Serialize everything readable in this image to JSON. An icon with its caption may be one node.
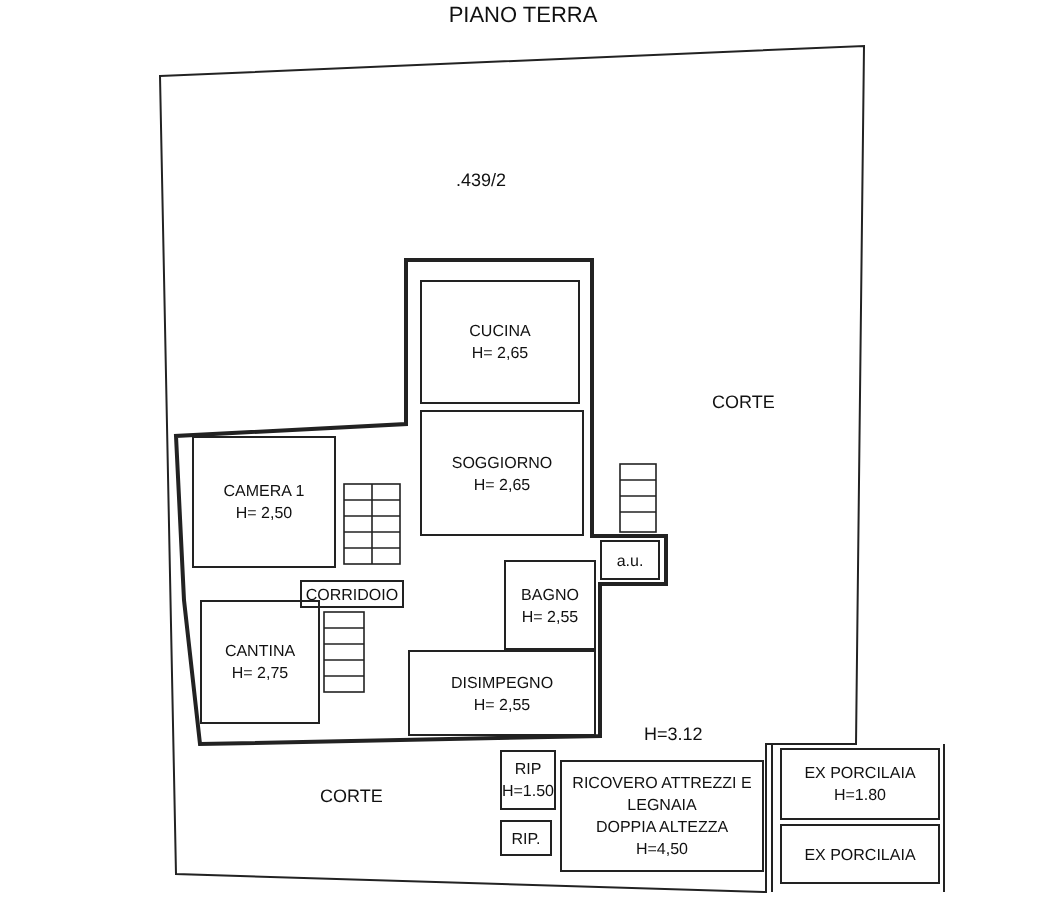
{
  "diagram": {
    "title": "PIANO TERRA",
    "nodes": [
      {
        "text": [
          "CUCINA",
          "H= 2,65"
        ]
      },
      {
        "text": [
          "SOGGIORNO",
          "H= 2,65"
        ]
      },
      {
        "text": [
          "CAMERA 1",
          "H= 2,50"
        ]
      },
      {
        "text": [
          "CORRIDOIO"
        ]
      },
      {
        "text": [
          "CANTINA",
          "H= 2,75"
        ]
      },
      {
        "text": [
          "BAGNO",
          "H= 2,55"
        ]
      },
      {
        "text": [
          "DISIMPEGNO",
          "H= 2,55"
        ]
      },
      {
        "text": [
          "a.u."
        ]
      },
      {
        "text": [
          "RIP",
          "H=1.50"
        ]
      },
      {
        "text": [
          "RIP."
        ]
      },
      {
        "text": [
          "RICOVERO ATTREZZI E LEGNAIA",
          "DOPPIA ALTEZZA",
          "H=4,50"
        ]
      },
      {
        "text": [
          "EX PORCILAIA",
          "H=1.80"
        ]
      },
      {
        "text": [
          "EX PORCILAIA"
        ]
      }
    ],
    "labels": [
      ".439/2",
      "CORTE",
      "CORTE",
      "H=3.12"
    ]
  }
}
